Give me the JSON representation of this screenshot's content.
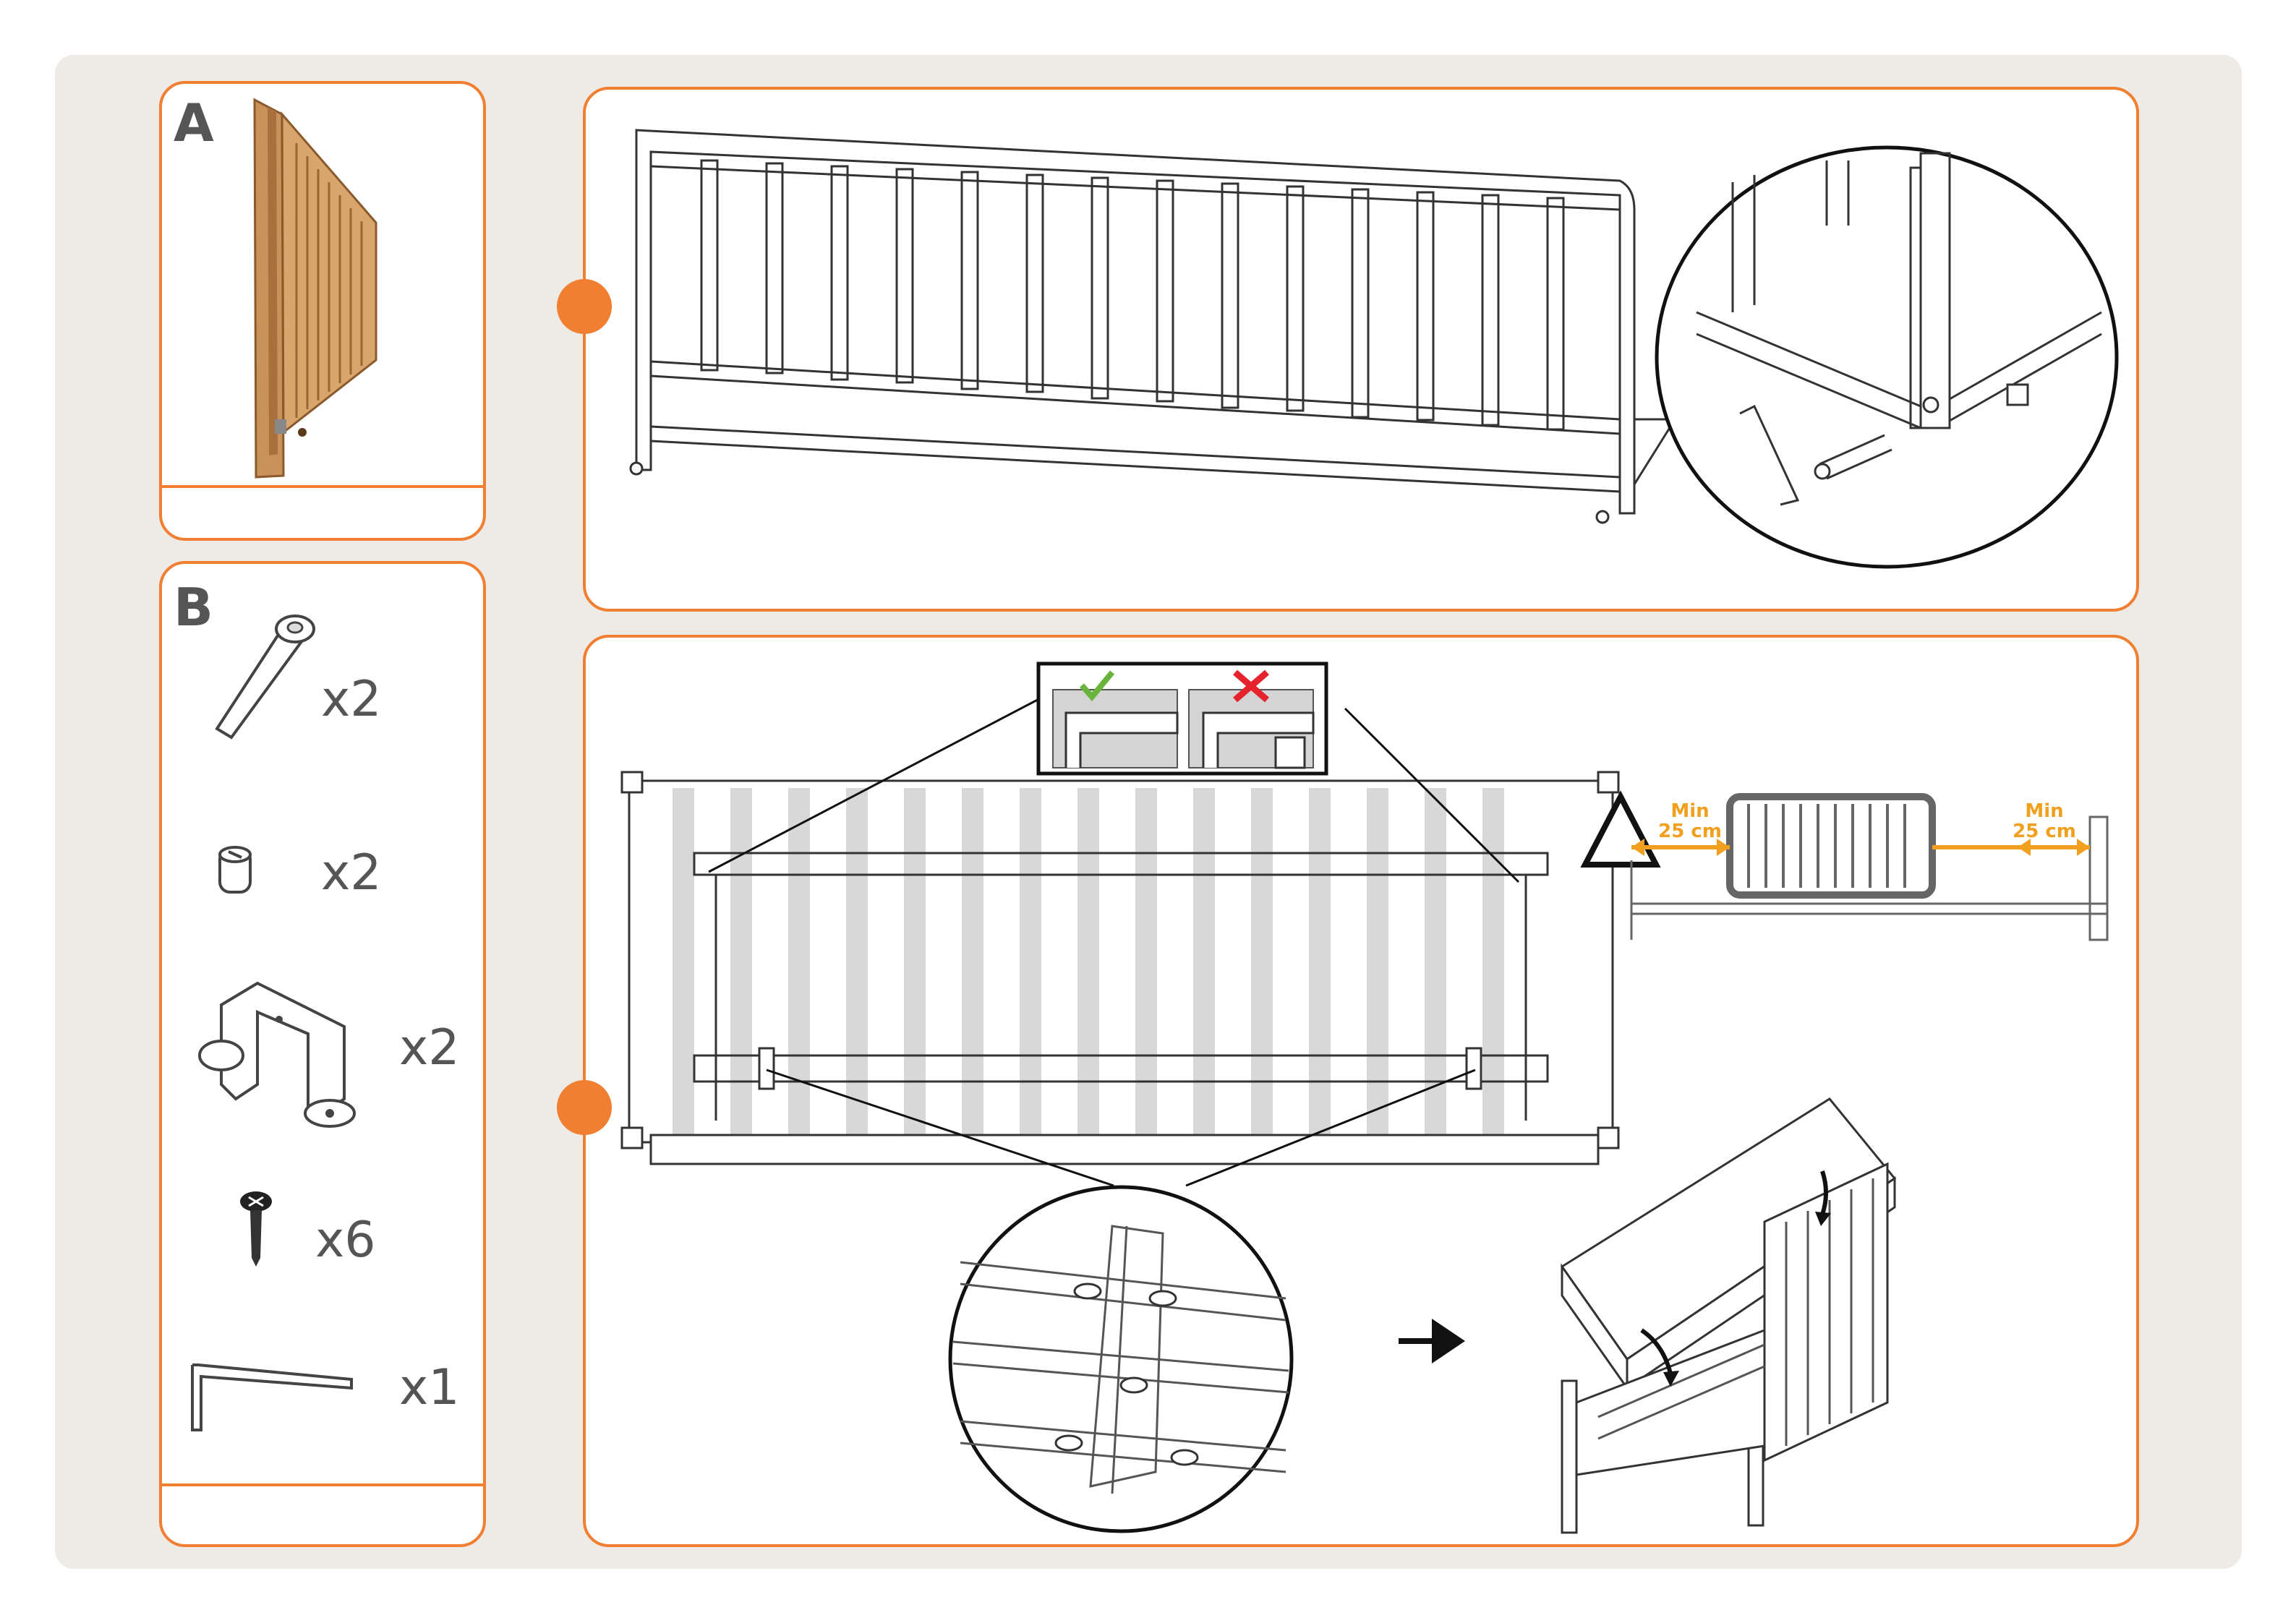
{
  "panel_a": {
    "letter": "A",
    "icon": "folded-bed-rail-photo"
  },
  "panel_b": {
    "letter": "B",
    "parts": [
      {
        "name": "bolt",
        "qty": "x2"
      },
      {
        "name": "barrel-nut",
        "qty": "x2"
      },
      {
        "name": "mounting-bracket",
        "qty": "x2"
      },
      {
        "name": "screw",
        "qty": "x6"
      },
      {
        "name": "allen-key",
        "qty": "x1"
      }
    ]
  },
  "step1": {
    "icon": "step-marker-dot",
    "zoom_icon": "bolt-assembly-detail"
  },
  "step2": {
    "icon": "step-marker-dot",
    "warning_icon": "warning-triangle-icon",
    "min_left": {
      "line1": "Min",
      "line2": "25 cm"
    },
    "min_right": {
      "line1": "Min",
      "line2": "25 cm"
    },
    "correct_icon": "checkmark-icon",
    "wrong_icon": "cross-icon",
    "arrow_icon": "arrow-right-icon"
  },
  "colors": {
    "accent": "#f07f32",
    "check": "#6ab43c",
    "cross": "#e5232c",
    "measure": "#f0a01e",
    "wood": "#c8925a"
  }
}
